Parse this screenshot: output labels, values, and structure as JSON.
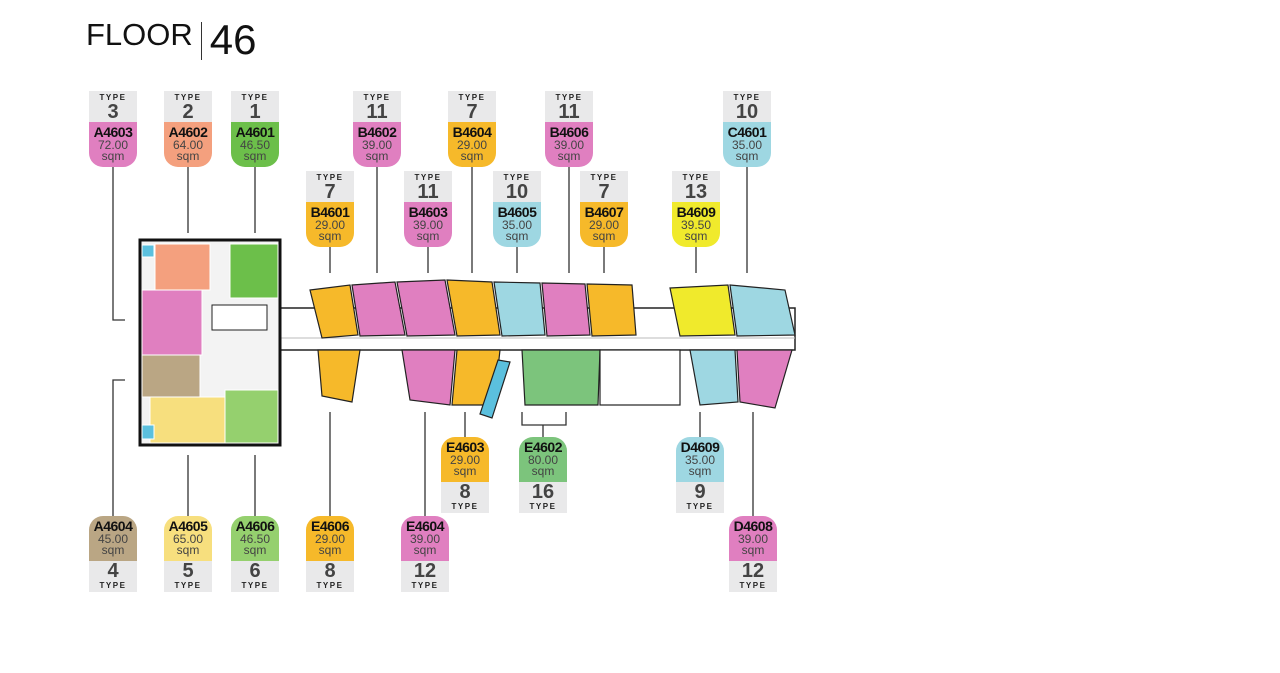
{
  "header": {
    "title": "FLOOR",
    "floor_number": "46"
  },
  "type_label": "TYPE",
  "area_unit": "sqm",
  "units": [
    {
      "id": "A4603",
      "area": "72.00",
      "type": "3",
      "color": "#e07fc0"
    },
    {
      "id": "A4602",
      "area": "64.00",
      "type": "2",
      "color": "#f4a07e"
    },
    {
      "id": "A4601",
      "area": "46.50",
      "type": "1",
      "color": "#6cbf4a"
    },
    {
      "id": "B4602",
      "area": "39.00",
      "type": "11",
      "color": "#e07fc0"
    },
    {
      "id": "B4604",
      "area": "29.00",
      "type": "7",
      "color": "#f6b92a"
    },
    {
      "id": "B4606",
      "area": "39.00",
      "type": "11",
      "color": "#e07fc0"
    },
    {
      "id": "C4601",
      "area": "35.00",
      "type": "10",
      "color": "#9ed7e2"
    },
    {
      "id": "B4601",
      "area": "29.00",
      "type": "7",
      "color": "#f6b92a"
    },
    {
      "id": "B4603",
      "area": "39.00",
      "type": "11",
      "color": "#e07fc0"
    },
    {
      "id": "B4605",
      "area": "35.00",
      "type": "10",
      "color": "#9ed7e2"
    },
    {
      "id": "B4607",
      "area": "29.00",
      "type": "7",
      "color": "#f6b92a"
    },
    {
      "id": "B4609",
      "area": "39.50",
      "type": "13",
      "color": "#f0ea2c"
    },
    {
      "id": "E4603",
      "area": "29.00",
      "type": "8",
      "color": "#f6b92a"
    },
    {
      "id": "E4602",
      "area": "80.00",
      "type": "16",
      "color": "#7cc47c"
    },
    {
      "id": "D4609",
      "area": "35.00",
      "type": "9",
      "color": "#9ed7e2"
    },
    {
      "id": "A4604",
      "area": "45.00",
      "type": "4",
      "color": "#baa684"
    },
    {
      "id": "A4605",
      "area": "65.00",
      "type": "5",
      "color": "#f7df7e"
    },
    {
      "id": "A4606",
      "area": "46.50",
      "type": "6",
      "color": "#95d06e"
    },
    {
      "id": "E4606",
      "area": "29.00",
      "type": "8",
      "color": "#f6b92a"
    },
    {
      "id": "E4604",
      "area": "39.00",
      "type": "12",
      "color": "#e07fc0"
    },
    {
      "id": "D4608",
      "area": "39.00",
      "type": "12",
      "color": "#e07fc0"
    }
  ]
}
